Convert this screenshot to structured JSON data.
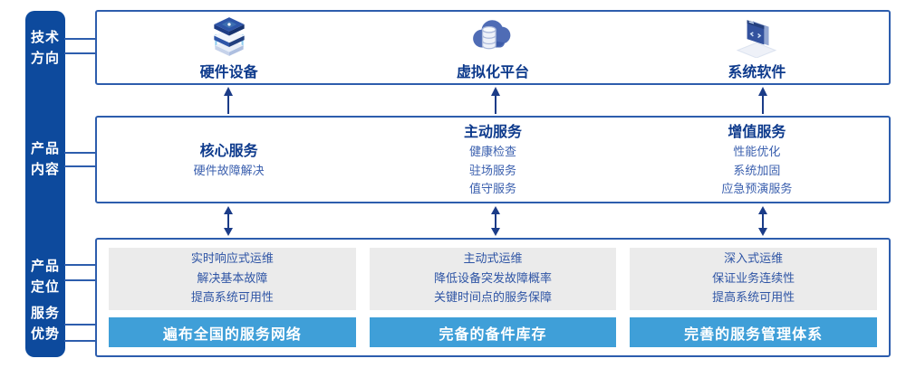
{
  "sidebar": {
    "labels": [
      "技术\n方向",
      "产品\n内容",
      "产品\n定位",
      "服务\n优势"
    ]
  },
  "tech_row": {
    "items": [
      {
        "icon": "server-stack-icon",
        "label": "硬件设备"
      },
      {
        "icon": "cloud-database-icon",
        "label": "虚拟化平台"
      },
      {
        "icon": "code-window-icon",
        "label": "系统软件"
      }
    ]
  },
  "content_row": {
    "columns": [
      {
        "title": "核心服务",
        "items": [
          "硬件故障解决"
        ]
      },
      {
        "title": "主动服务",
        "items": [
          "健康检查",
          "驻场服务",
          "值守服务"
        ]
      },
      {
        "title": "增值服务",
        "items": [
          "性能优化",
          "系统加固",
          "应急预演服务"
        ]
      }
    ]
  },
  "position_row": {
    "columns": [
      {
        "points": [
          "实时响应式运维",
          "解决基本故障",
          "提高系统可用性"
        ],
        "bar": "遍布全国的服务网络"
      },
      {
        "points": [
          "主动式运维",
          "降低设备突发故障概率",
          "关键时间点的服务保障"
        ],
        "bar": "完备的备件库存"
      },
      {
        "points": [
          "深入式运维",
          "保证业务连续性",
          "提高系统可用性"
        ],
        "bar": "完善的服务管理体系"
      }
    ]
  },
  "colors": {
    "sidebar_blue": "#0d4a9d",
    "box_border": "#2d5dad",
    "title_navy": "#0d3a8c",
    "body_blue": "#3a5fae",
    "bar_blue": "#3f9fd8",
    "gray_card": "#ebebeb",
    "arrow_navy": "#1b3c88"
  }
}
